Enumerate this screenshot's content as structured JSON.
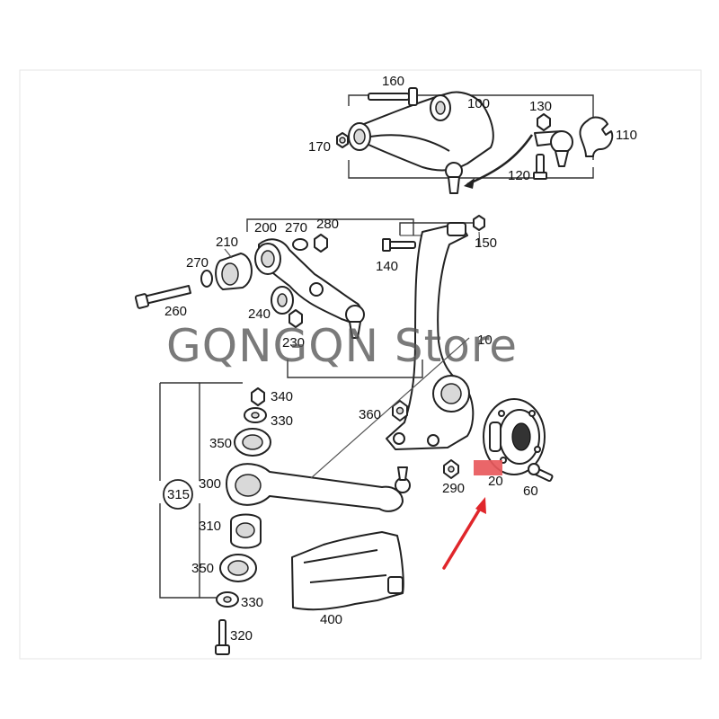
{
  "watermark": "GQNGQN  Store",
  "highlight_color": "#e8595c",
  "arrow_color": "#e0262b",
  "labels": {
    "l10": "10",
    "l20": "20",
    "l60": "60",
    "l100": "100",
    "l110": "110",
    "l120": "120",
    "l130": "130",
    "l140": "140",
    "l150": "150",
    "l160": "160",
    "l170": "170",
    "l200": "200",
    "l210": "210",
    "l230": "230",
    "l240": "240",
    "l260": "260",
    "l270a": "270",
    "l270b": "270",
    "l280": "280",
    "l290": "290",
    "l300": "300",
    "l310": "310",
    "l315": "315",
    "l320": "320",
    "l330a": "330",
    "l330b": "330",
    "l340": "340",
    "l350a": "350",
    "l350b": "350",
    "l360": "360",
    "l400": "400"
  },
  "icons": [
    "wrench-icon",
    "pointer-arrow-icon"
  ]
}
